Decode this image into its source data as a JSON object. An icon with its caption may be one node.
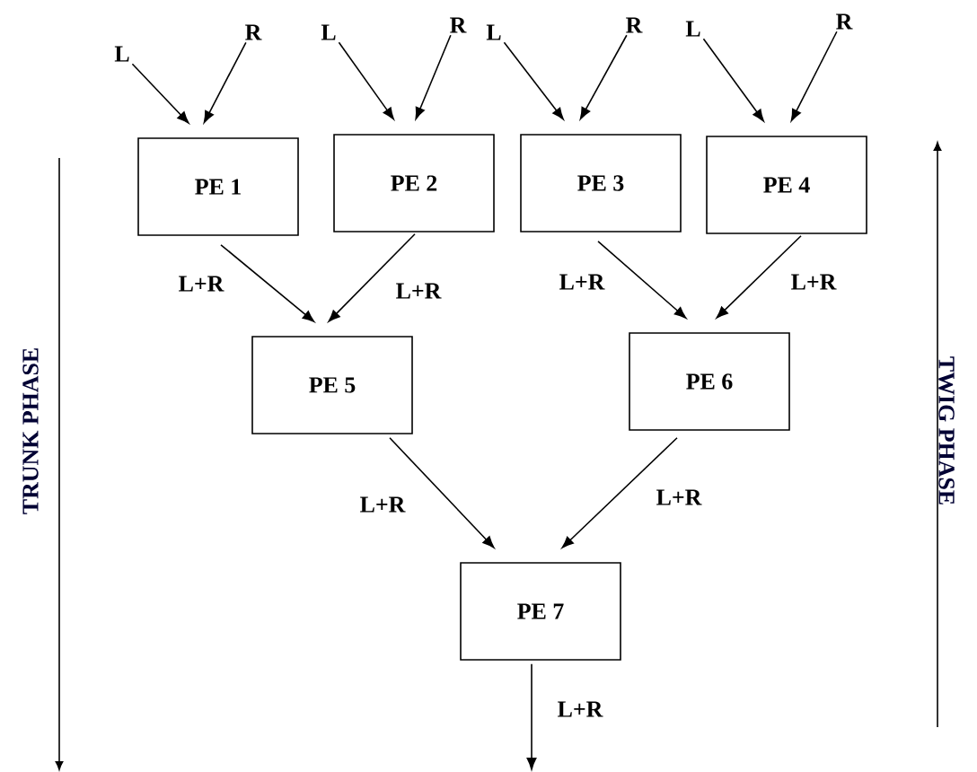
{
  "diagram": {
    "nodes": [
      {
        "text": [
          "L"
        ]
      },
      {
        "text": [
          "R"
        ]
      },
      {
        "text": [
          "L"
        ]
      },
      {
        "text": [
          "R"
        ]
      },
      {
        "text": [
          "L"
        ]
      },
      {
        "text": [
          "R"
        ]
      },
      {
        "text": [
          "L"
        ]
      },
      {
        "text": [
          "R"
        ]
      },
      {
        "text": [
          "PE 1"
        ]
      },
      {
        "text": [
          "PE 2"
        ]
      },
      {
        "text": [
          "PE 3"
        ]
      },
      {
        "text": [
          "PE 4"
        ]
      },
      {
        "text": [
          "PE 5"
        ]
      },
      {
        "text": [
          "PE 6"
        ]
      },
      {
        "text": [
          "PE 7"
        ]
      }
    ],
    "edges": [
      {
        "from": 0,
        "to": 8,
        "arrow": "to"
      },
      {
        "from": 1,
        "to": 8,
        "arrow": "to"
      },
      {
        "from": 2,
        "to": 9,
        "arrow": "to"
      },
      {
        "from": 3,
        "to": 9,
        "arrow": "to"
      },
      {
        "from": 4,
        "to": 10,
        "arrow": "to"
      },
      {
        "from": 5,
        "to": 10,
        "arrow": "to"
      },
      {
        "from": 6,
        "to": 11,
        "arrow": "to"
      },
      {
        "from": 7,
        "to": 11,
        "arrow": "to"
      },
      {
        "from": 8,
        "to": 12,
        "arrow": "to",
        "label": "L+R"
      },
      {
        "from": 9,
        "to": 12,
        "arrow": "to",
        "label": "L+R"
      },
      {
        "from": 10,
        "to": 13,
        "arrow": "to",
        "label": "L+R"
      },
      {
        "from": 11,
        "to": 13,
        "arrow": "to",
        "label": "L+R"
      },
      {
        "from": 12,
        "to": 14,
        "arrow": "to",
        "label": "L+R"
      },
      {
        "from": 13,
        "to": 14,
        "arrow": "to",
        "label": "L+R"
      },
      {
        "from": 14,
        "to": null,
        "arrow": "to",
        "label": "L+R"
      }
    ],
    "labels": [
      "TRUNK PHASE",
      "TWIG PHASE"
    ]
  }
}
